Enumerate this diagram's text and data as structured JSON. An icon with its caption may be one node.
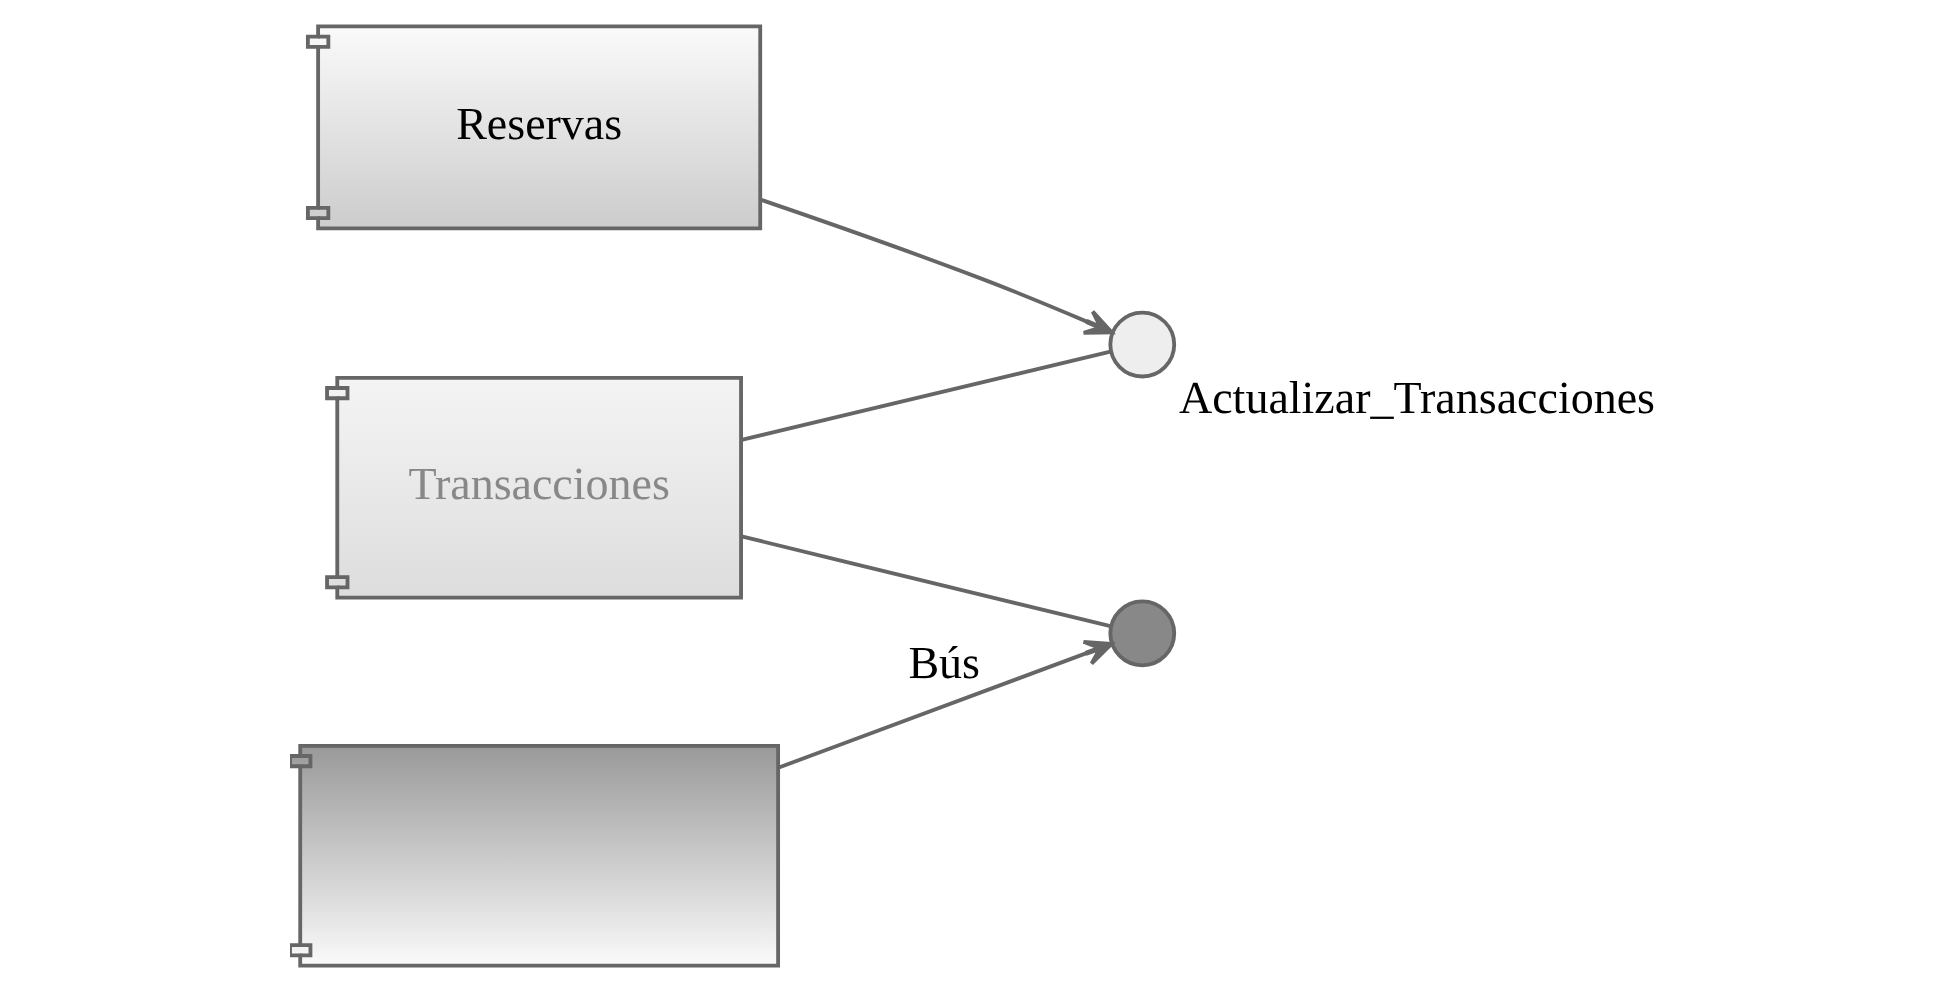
{
  "diagram": {
    "nodes": [
      {
        "text": [
          "Transacciones"
        ]
      },
      {
        "text": [],
        "shape": "circle",
        "beside": [
          "Actualizar_Transacciones"
        ]
      },
      {
        "text": [],
        "shape": "circle"
      },
      {
        "text": [],
        "shape": "box"
      },
      {
        "text": [
          "Reservas"
        ]
      }
    ],
    "edges": [
      {
        "from": 0,
        "to": 1,
        "arrow": "none"
      },
      {
        "from": 0,
        "to": 2,
        "arrow": "none"
      },
      {
        "from": 3,
        "to": 2,
        "arrow": "to",
        "label": "Bús"
      },
      {
        "from": 4,
        "to": 1,
        "arrow": "to"
      }
    ]
  }
}
